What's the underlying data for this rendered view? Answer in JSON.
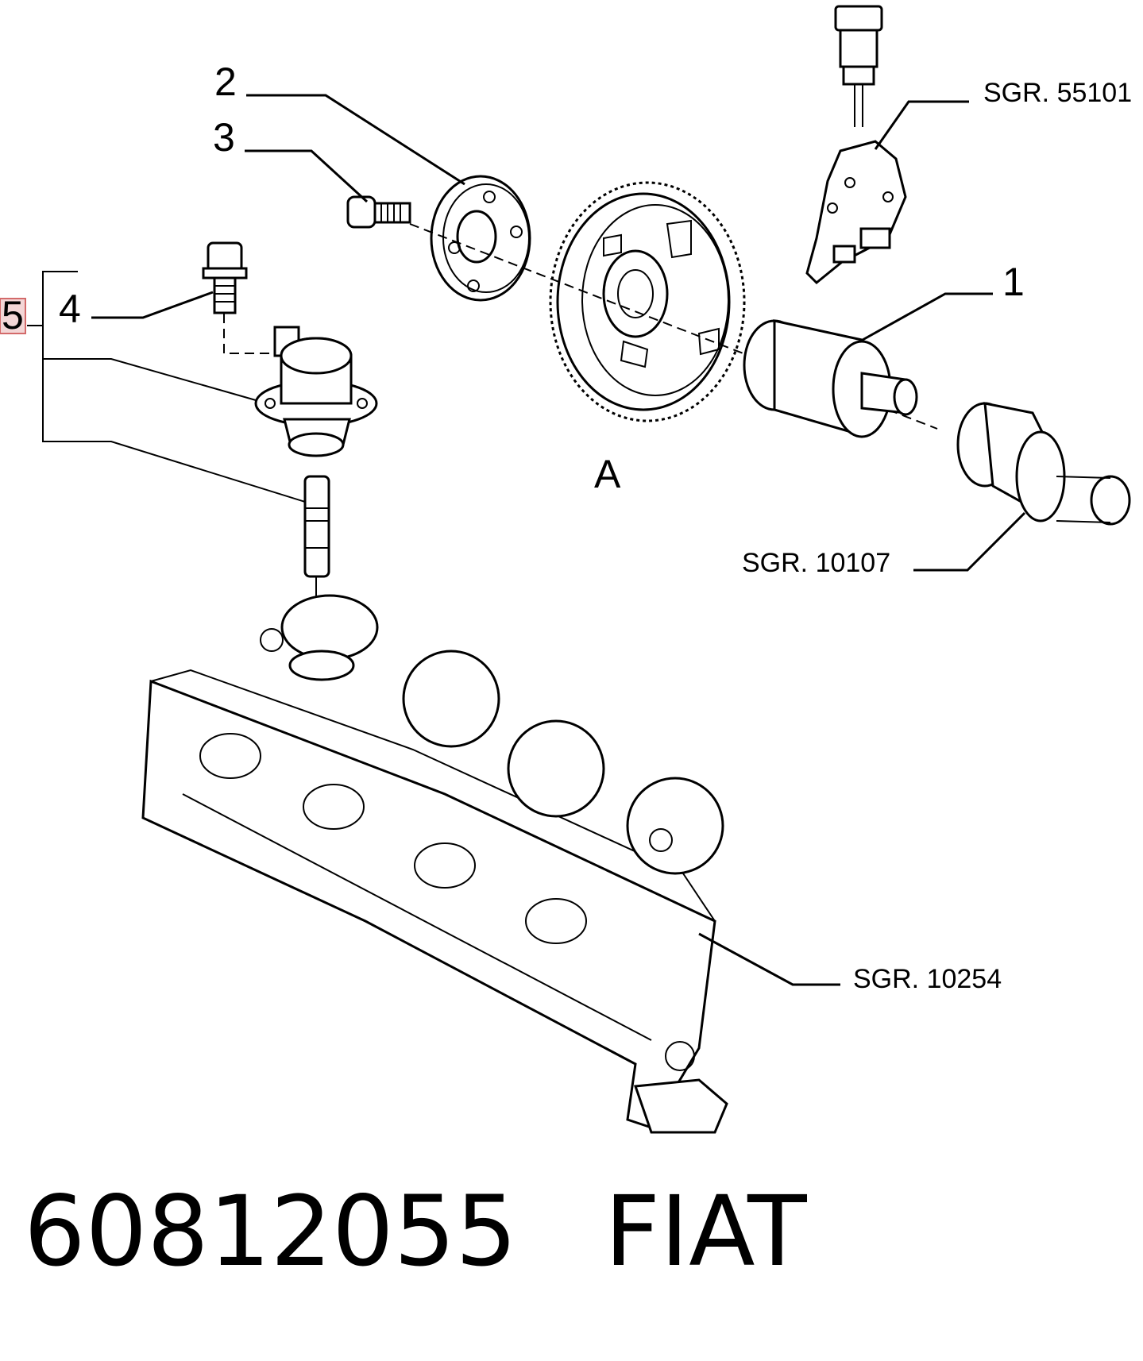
{
  "callouts": {
    "item_1": "1",
    "item_2": "2",
    "item_3": "3",
    "item_4": "4",
    "item_5": "5",
    "label_a": "A",
    "ref_top": "SGR. 55101",
    "ref_mid": "SGR. 10107",
    "ref_bottom": "SGR. 10254"
  },
  "footer": {
    "part_number": "60812055",
    "brand": "FIAT"
  },
  "colors": {
    "highlight_fill": "#f3d6d6",
    "highlight_border": "#d36a6a",
    "line": "#000000"
  }
}
